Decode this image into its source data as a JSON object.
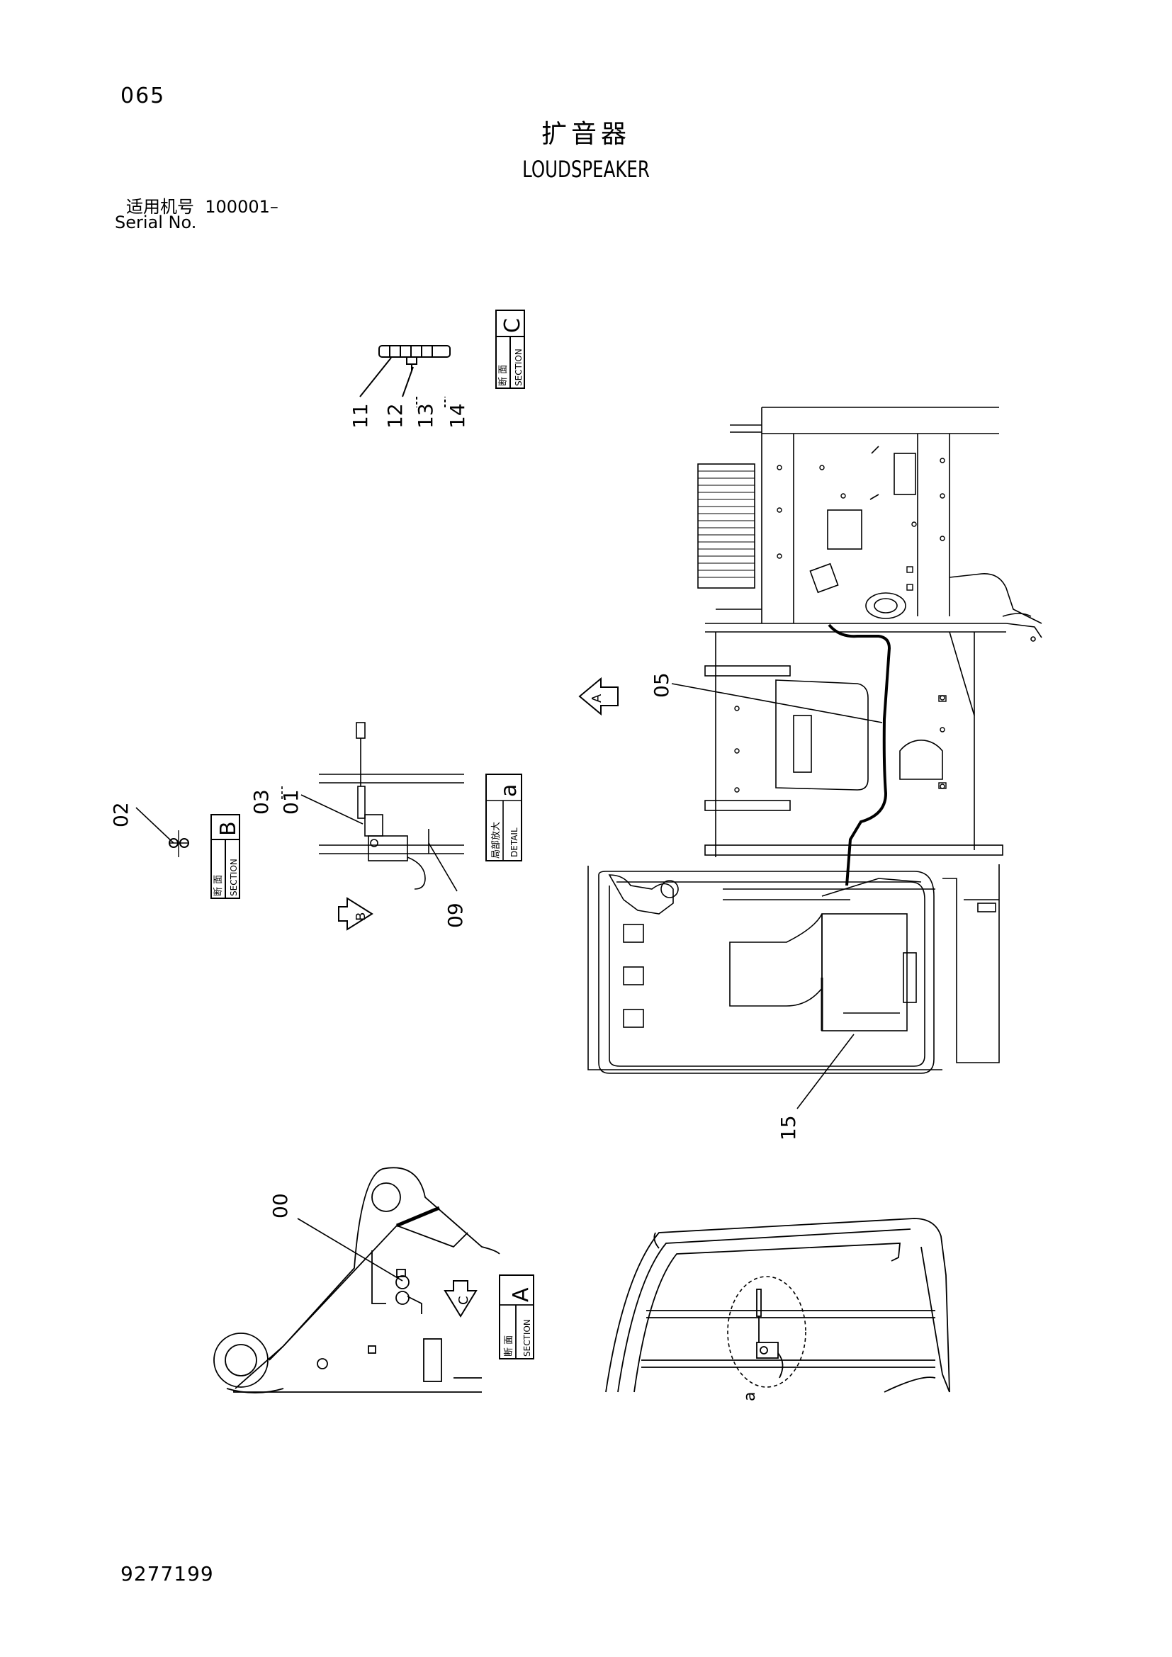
{
  "page": {
    "number": "065",
    "doc_number": "9277199"
  },
  "title": {
    "cn": "扩音器",
    "en": "LOUDSPEAKER"
  },
  "serial": {
    "cn_label": "适用机号",
    "range": "100001–",
    "en_label": "Serial No."
  },
  "sections": {
    "C": {
      "cn": "断 面",
      "en": "SECTION",
      "letter": "C"
    },
    "B": {
      "cn": "断 面",
      "en": "SECTION",
      "letter": "B"
    },
    "A": {
      "cn": "断 面",
      "en": "SECTION",
      "letter": "A"
    },
    "detail_a": {
      "cn": "局部放大",
      "en": "DETAIL",
      "letter": "a"
    }
  },
  "view_arrows": {
    "A": "A",
    "B": "B",
    "C": "C"
  },
  "callouts": {
    "p00": "00",
    "p01": "01",
    "p02": "02",
    "p03": "03",
    "p05": "05",
    "p09": "09",
    "p11": "11",
    "p12": "12",
    "p13": "13",
    "p14": "14",
    "p15": "15",
    "detail_a": "a"
  }
}
